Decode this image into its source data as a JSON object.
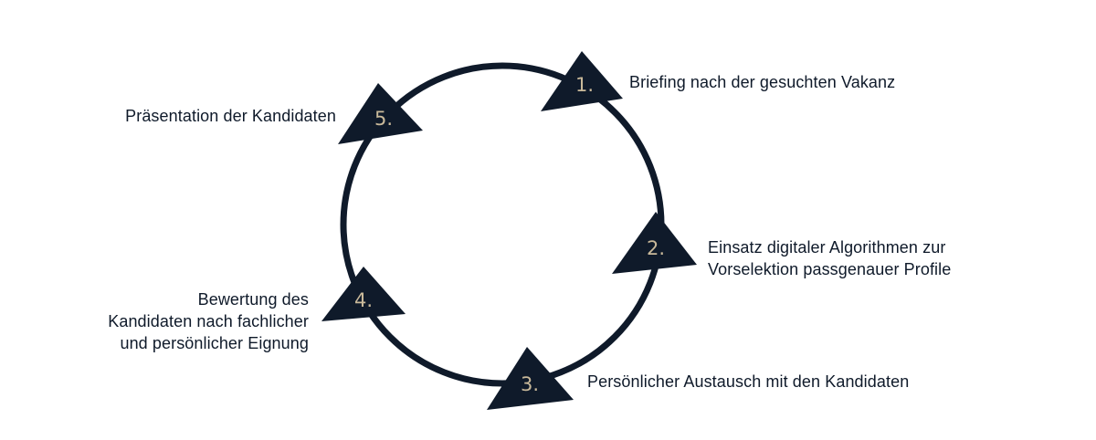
{
  "colors": {
    "ring": "#0f1a2a",
    "arrow": "#0f1a2a",
    "number": "#c9b99a",
    "text": "#0f1a2a"
  },
  "steps": [
    {
      "number": "1.",
      "label_lines": [
        "Briefing nach der gesuchten Vakanz"
      ]
    },
    {
      "number": "2.",
      "label_lines": [
        "Einsatz digitaler Algorithmen zur",
        "Vorselektion passgenauer Profile"
      ]
    },
    {
      "number": "3.",
      "label_lines": [
        "Persönlicher Austausch mit den Kandidaten"
      ]
    },
    {
      "number": "4.",
      "label_lines": [
        "Bewertung des",
        "Kandidaten nach fachlicher",
        "und persönlicher Eignung"
      ]
    },
    {
      "number": "5.",
      "label_lines": [
        "Präsentation der Kandidaten"
      ]
    }
  ]
}
